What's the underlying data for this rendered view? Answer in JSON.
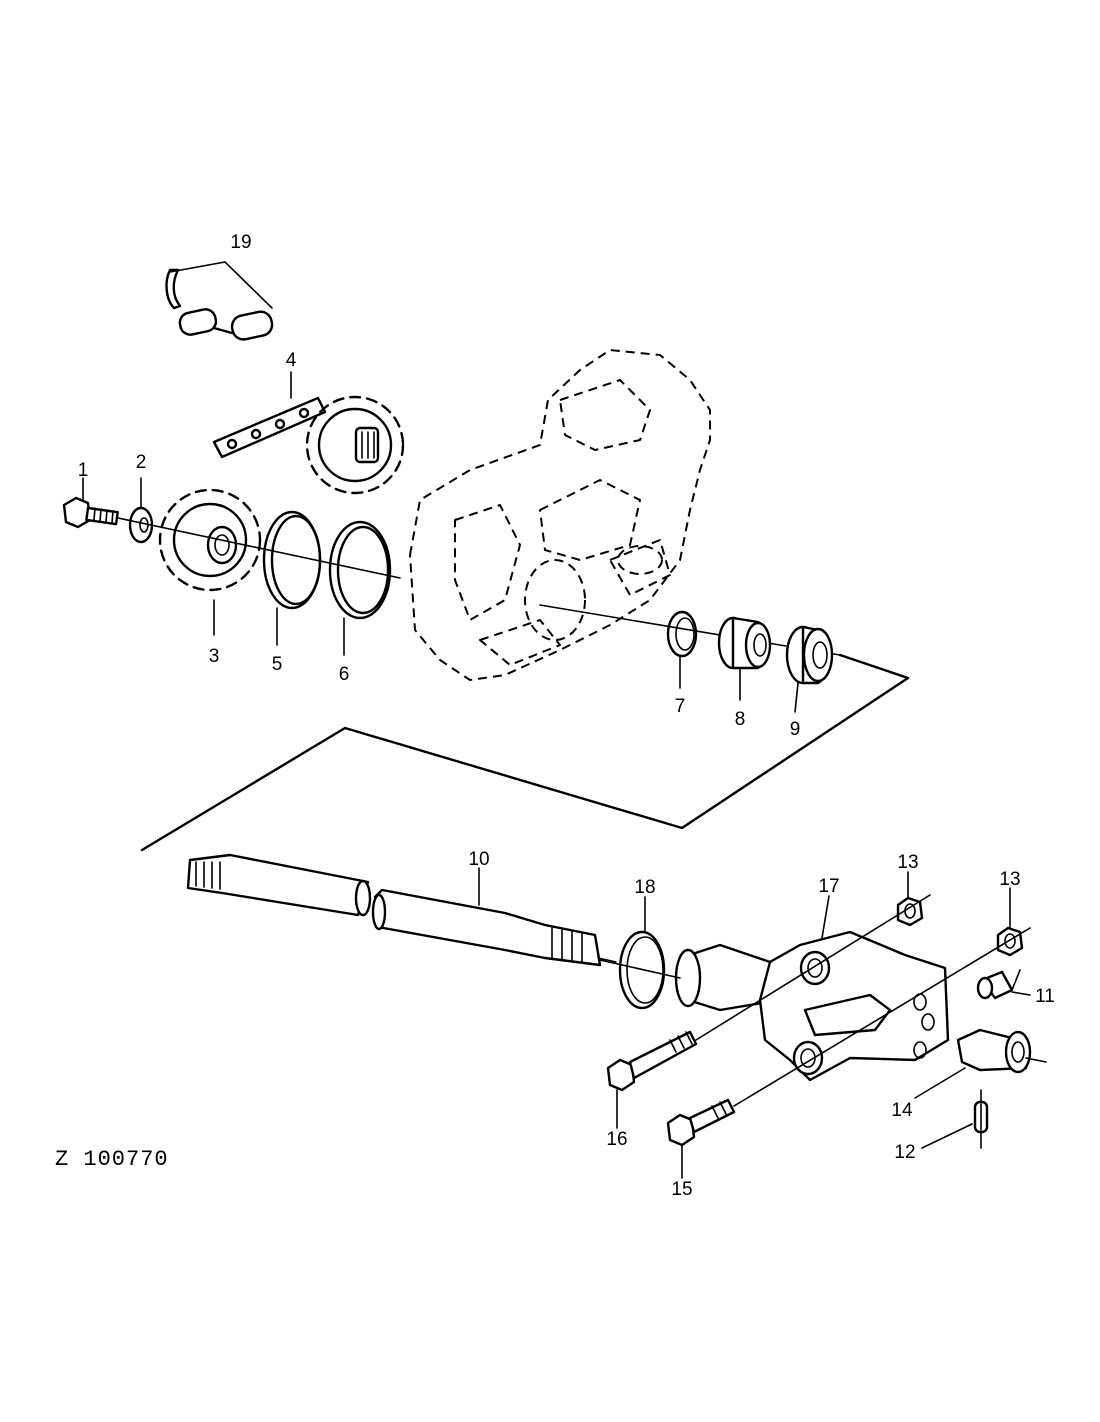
{
  "callouts": {
    "c1": "1",
    "c2": "2",
    "c3": "3",
    "c4": "4",
    "c5": "5",
    "c6": "6",
    "c7": "7",
    "c8": "8",
    "c9": "9",
    "c10": "10",
    "c11": "11",
    "c12": "12",
    "c13a": "13",
    "c13b": "13",
    "c14": "14",
    "c15": "15",
    "c16": "16",
    "c17": "17",
    "c18": "18",
    "c19": "19"
  },
  "reference": "Z 100770"
}
